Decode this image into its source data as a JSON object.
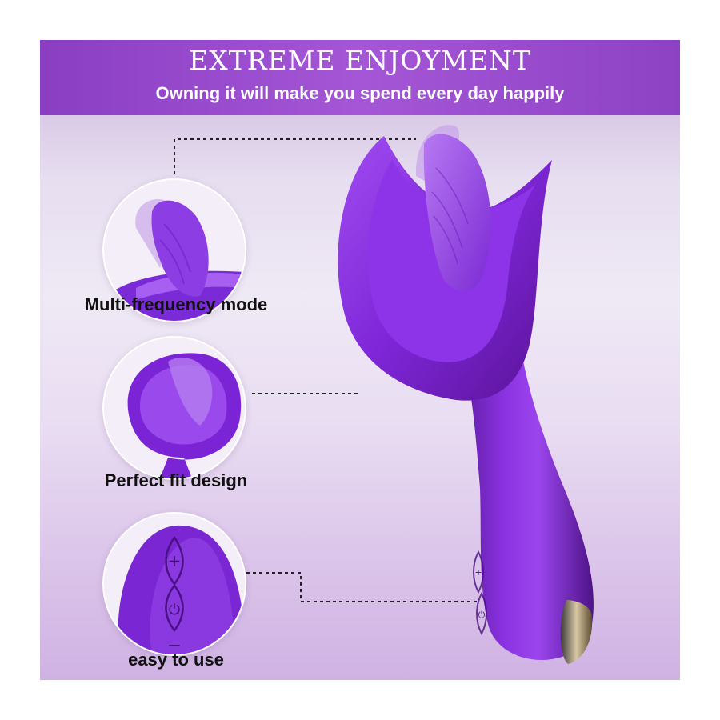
{
  "header": {
    "title": "EXTREME ENJOYMENT",
    "subtitle": "Owning it will make you spend every day happily"
  },
  "features": [
    {
      "label": "Multi-frequency mode"
    },
    {
      "label": "Perfect fit design"
    },
    {
      "label": "easy to use"
    }
  ],
  "colors": {
    "header_purple": "#9a4dd0",
    "product_purple": "#8a2be2",
    "product_dark": "#5a1396",
    "text": "#111111"
  }
}
